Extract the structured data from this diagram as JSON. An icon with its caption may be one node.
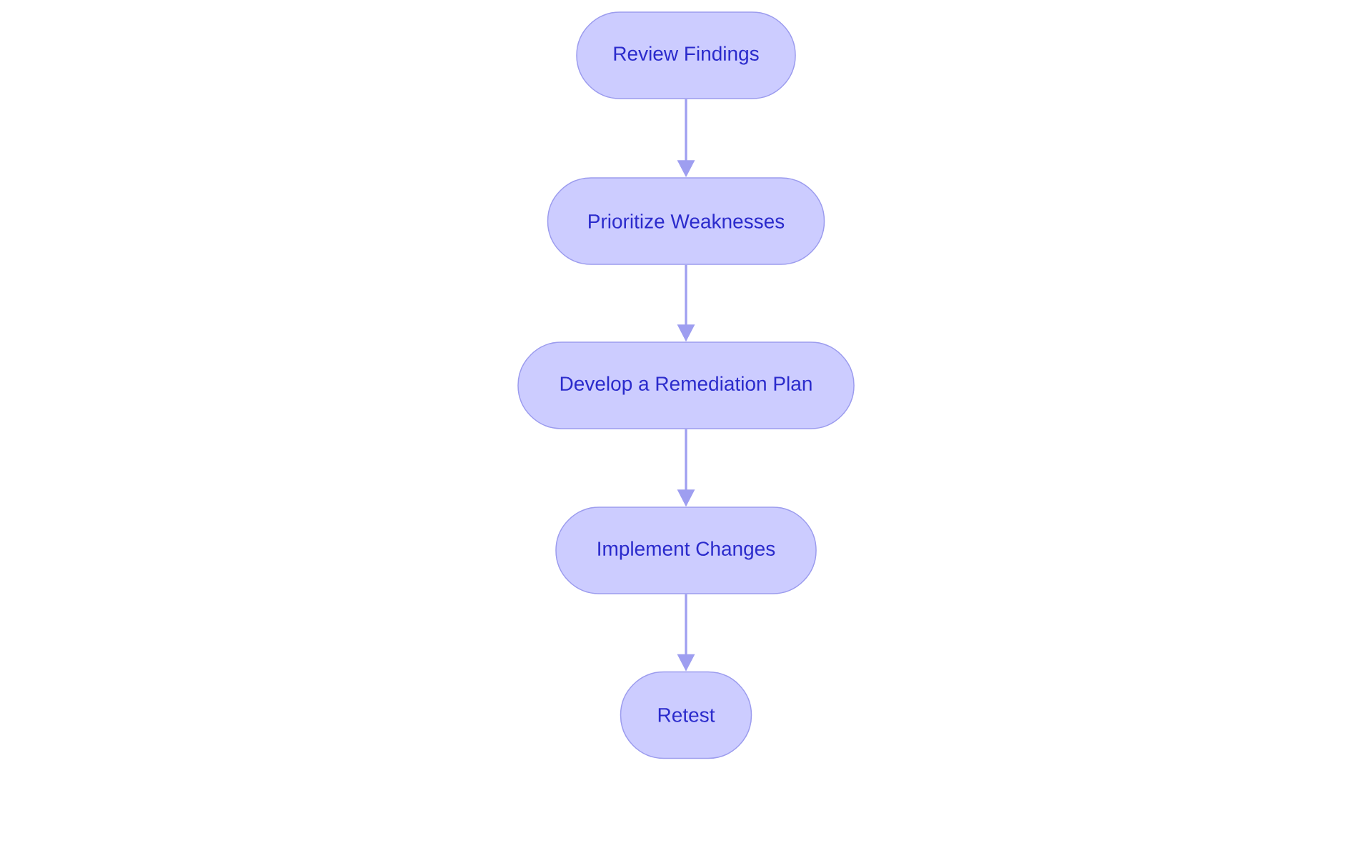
{
  "diagram": {
    "nodes": [
      {
        "text": [
          "Review Findings"
        ]
      },
      {
        "text": [
          "Prioritize Weaknesses"
        ]
      },
      {
        "text": [
          "Develop a Remediation Plan"
        ]
      },
      {
        "text": [
          "Implement Changes"
        ]
      },
      {
        "text": [
          "Retest"
        ]
      }
    ],
    "edges": [
      {
        "from": 0,
        "to": 1,
        "arrow": "to"
      },
      {
        "from": 1,
        "to": 2,
        "arrow": "to"
      },
      {
        "from": 2,
        "to": 3,
        "arrow": "to"
      },
      {
        "from": 3,
        "to": 4,
        "arrow": "to"
      }
    ]
  }
}
